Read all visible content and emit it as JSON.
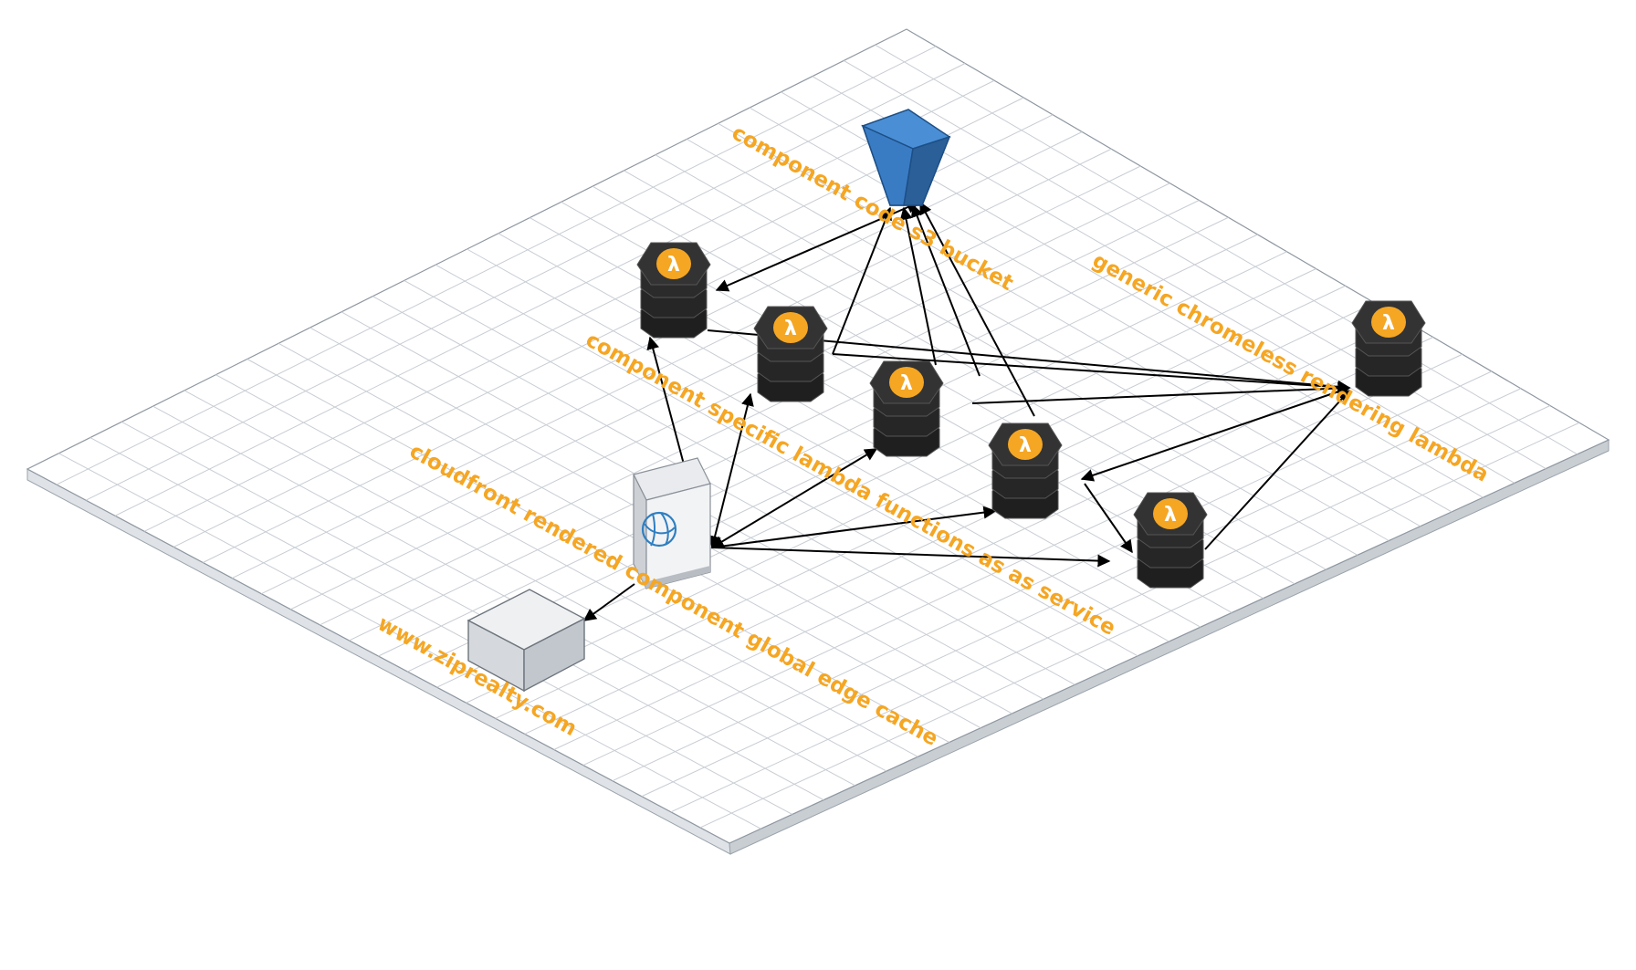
{
  "labels": {
    "s3_bucket": "component code s3 bucket",
    "generic_lambda": "generic chromeless rendering lambda",
    "specific_lambdas": "component specific lambda functions as as service",
    "cloudfront": "cloudfront rendered component global edge cache",
    "website": "www.ziprealty.com"
  },
  "icons": {
    "lambda_glyph": "λ",
    "lambda_icon": "aws-lambda-icon",
    "s3_icon": "s3-bucket-icon",
    "cloudfront_icon": "cloudfront-globe-icon",
    "website_icon": "server-box-icon"
  },
  "colors": {
    "label": "#F5A623",
    "lambda_body": "#2b2b2b",
    "lambda_badge": "#F5A623",
    "s3_blue": "#3a7cc4",
    "grid_line": "#c8cdd3"
  }
}
